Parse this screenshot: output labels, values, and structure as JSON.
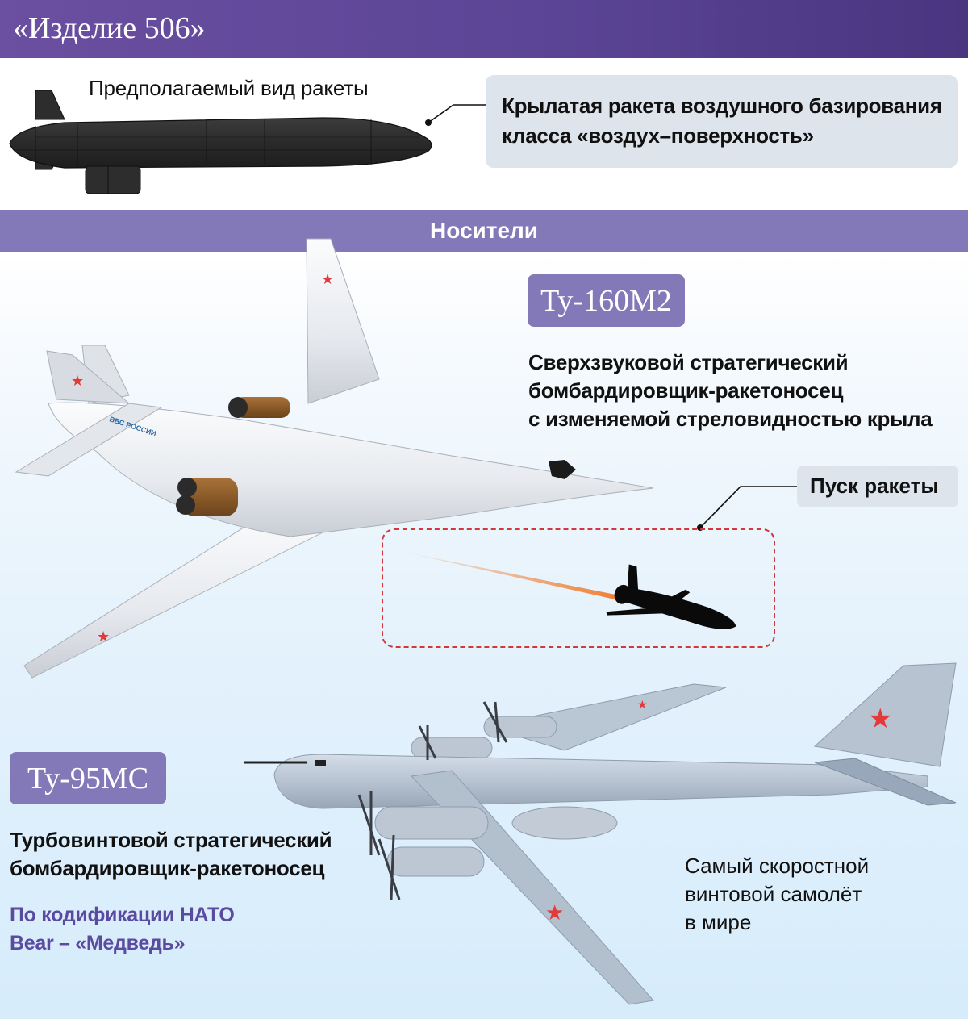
{
  "header": {
    "title": "«Изделие 506»",
    "background_color": "#5c4596"
  },
  "missile": {
    "caption": "Предполагаемый вид ракеты",
    "icon": "cruise-missile-icon",
    "callout": {
      "line1": "Крылатая ракета воздушного базирования",
      "line2": "класса «воздух–поверхность»"
    }
  },
  "carriers": {
    "section_title": "Носители",
    "section_color": "#8479b8",
    "tu160": {
      "name": "Ту-160М2",
      "icon": "tu160-bomber-icon",
      "fuselage_marking": "ВВС РОССИИ",
      "description": [
        "Сверхзвуковой стратегический",
        "бомбардировщик-ракетоносец",
        "с изменяемой стреловидностью крыла"
      ]
    },
    "launch": {
      "label": "Пуск ракеты",
      "icon": "missile-launch-icon",
      "frame_color": "#d3363b",
      "trail_color": "#f07a2a"
    },
    "tu95": {
      "name": "Ту-95МС",
      "icon": "tu95-bomber-icon",
      "description": [
        "Турбовинтовой стратегический",
        "бомбардировщик-ракетоносец"
      ],
      "nato": [
        "По кодификации НАТО",
        "Bear – «Медведь»"
      ],
      "note": [
        "Самый скоростной",
        "винтовой самолёт",
        "в мире"
      ]
    }
  }
}
